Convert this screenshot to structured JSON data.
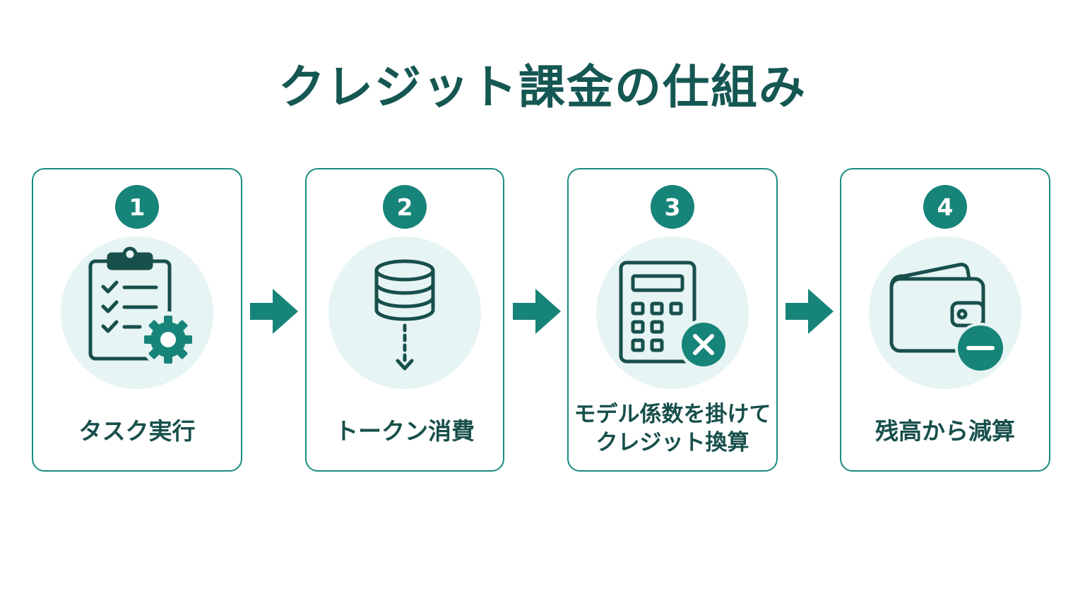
{
  "title": "クレジット課金の仕組み",
  "steps": [
    {
      "number": "1",
      "label": "タスク実行",
      "icon": "clipboard-gear-icon"
    },
    {
      "number": "2",
      "label": "トークン消費",
      "icon": "database-down-icon"
    },
    {
      "number": "3",
      "label_line1": "モデル係数を掛けて",
      "label_line2": "クレジット換算",
      "icon": "calculator-multiply-icon"
    },
    {
      "number": "4",
      "label": "残高から減算",
      "icon": "wallet-minus-icon"
    }
  ],
  "colors": {
    "accent": "#178479",
    "border": "#1a8c80",
    "title": "#155752",
    "icon_bg": "#e6f4f3"
  }
}
